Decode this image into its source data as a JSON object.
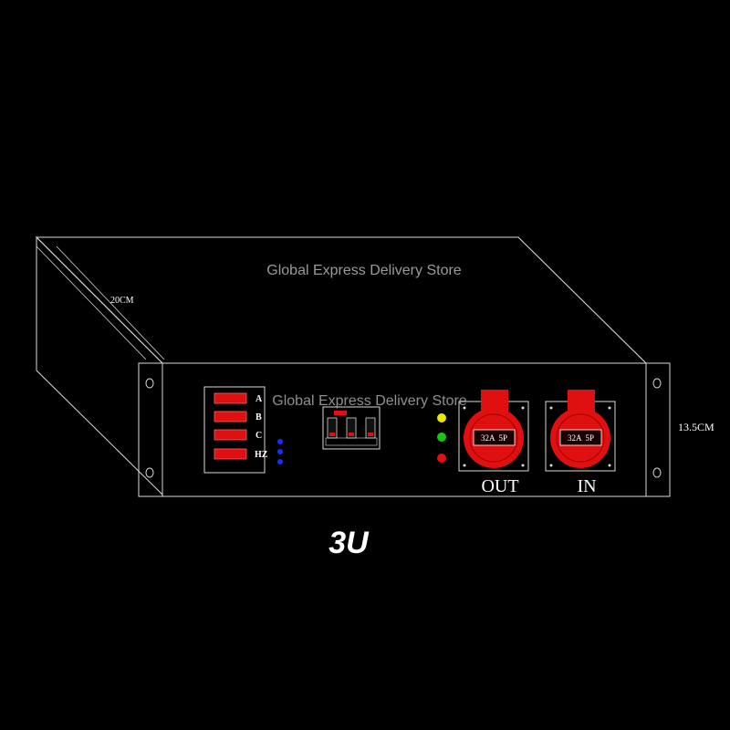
{
  "watermark": "Global Express Delivery Store",
  "dimensions": {
    "depth": "20CM",
    "height": "13.5CM"
  },
  "rack_size": "3U",
  "meter_panel": {
    "labels": [
      "A",
      "B",
      "C",
      "HZ"
    ]
  },
  "sockets": [
    {
      "rating": "32A  5P",
      "label": "OUT"
    },
    {
      "rating": "32A  5P",
      "label": "IN"
    }
  ],
  "indicator_colors": [
    "#e8e800",
    "#14c814",
    "#e01010"
  ],
  "colors": {
    "background": "#000000",
    "outline": "#d8d8d8",
    "socket_red": "#e01010",
    "meter_red": "#e01010",
    "blue_dot": "#1a2cff",
    "watermark": "#9a9a9a"
  }
}
